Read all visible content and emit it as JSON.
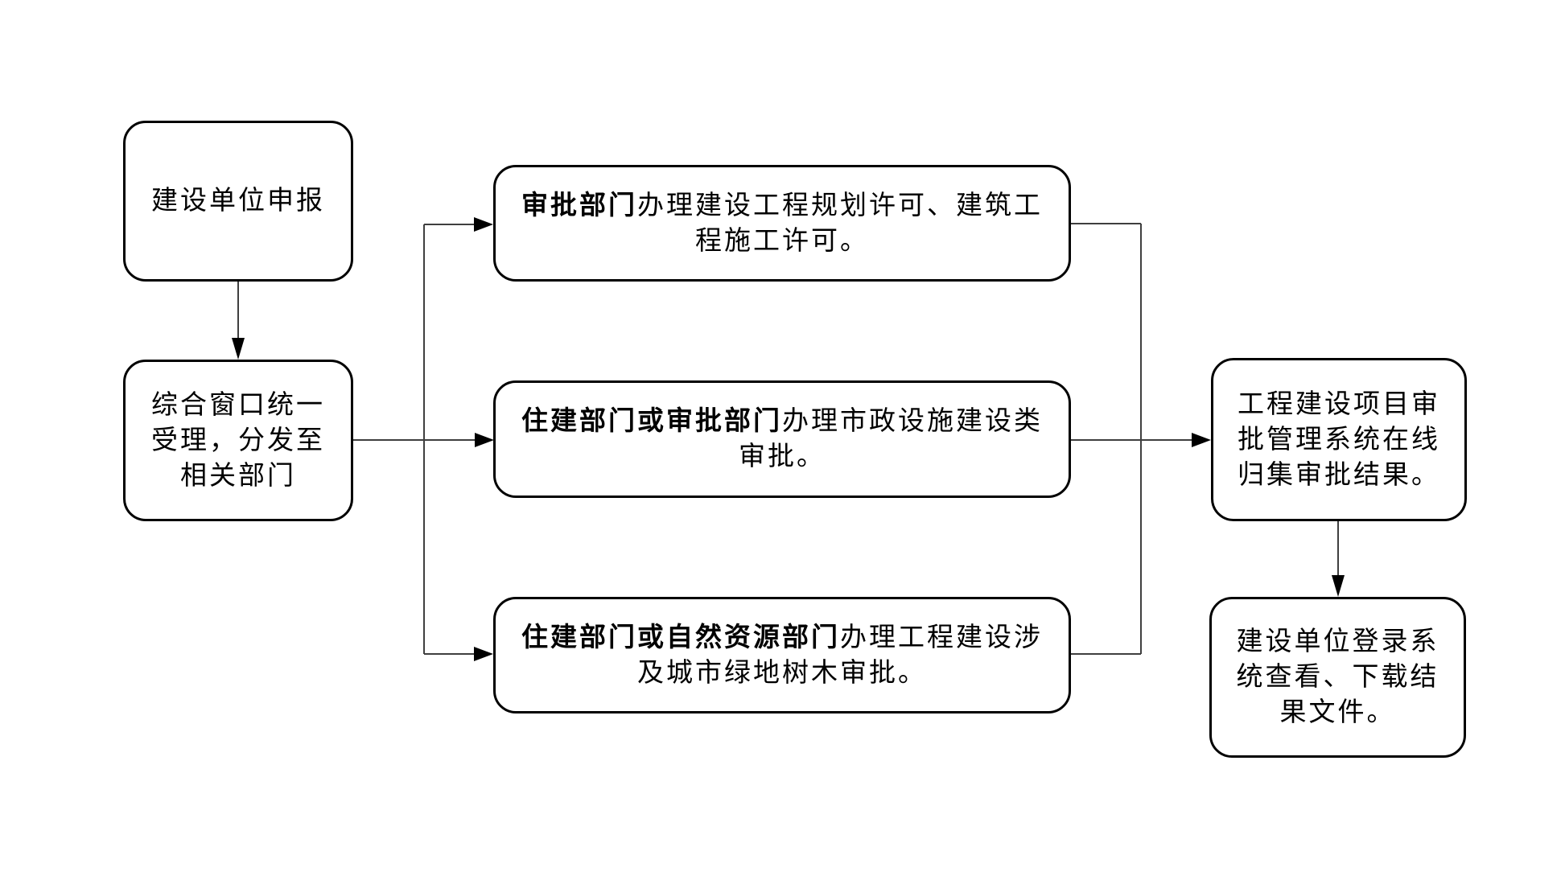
{
  "colors": {
    "background": "#ffffff",
    "box_border": "#000000",
    "connector_line": "#3f3f3f",
    "arrowhead": "#000000",
    "text": "#000000"
  },
  "boxes": {
    "declare": {
      "line1": "建设单位申报"
    },
    "window": {
      "line1": "综合窗口统一",
      "line2": "受理，分发至",
      "line3": "相关部门"
    },
    "approval_dept": {
      "bold": "审批部门",
      "line1_rest": "办理建设工程规划许可、建筑工",
      "line2": "程施工许可。"
    },
    "municipal": {
      "bold": "住建部门或审批部门",
      "line1_rest": "办理市政设施建设类",
      "line2": "审批。"
    },
    "green_space": {
      "bold": "住建部门或自然资源部门",
      "line1_rest": "办理工程建设涉",
      "line2": "及城市绿地树木审批。"
    },
    "collect_system": {
      "line1": "工程建设项目审",
      "line2": "批管理系统在线",
      "line3": "归集审批结果。"
    },
    "download_results": {
      "line1": "建设单位登录系",
      "line2": "统查看、下载结",
      "line3": "果文件。"
    }
  }
}
